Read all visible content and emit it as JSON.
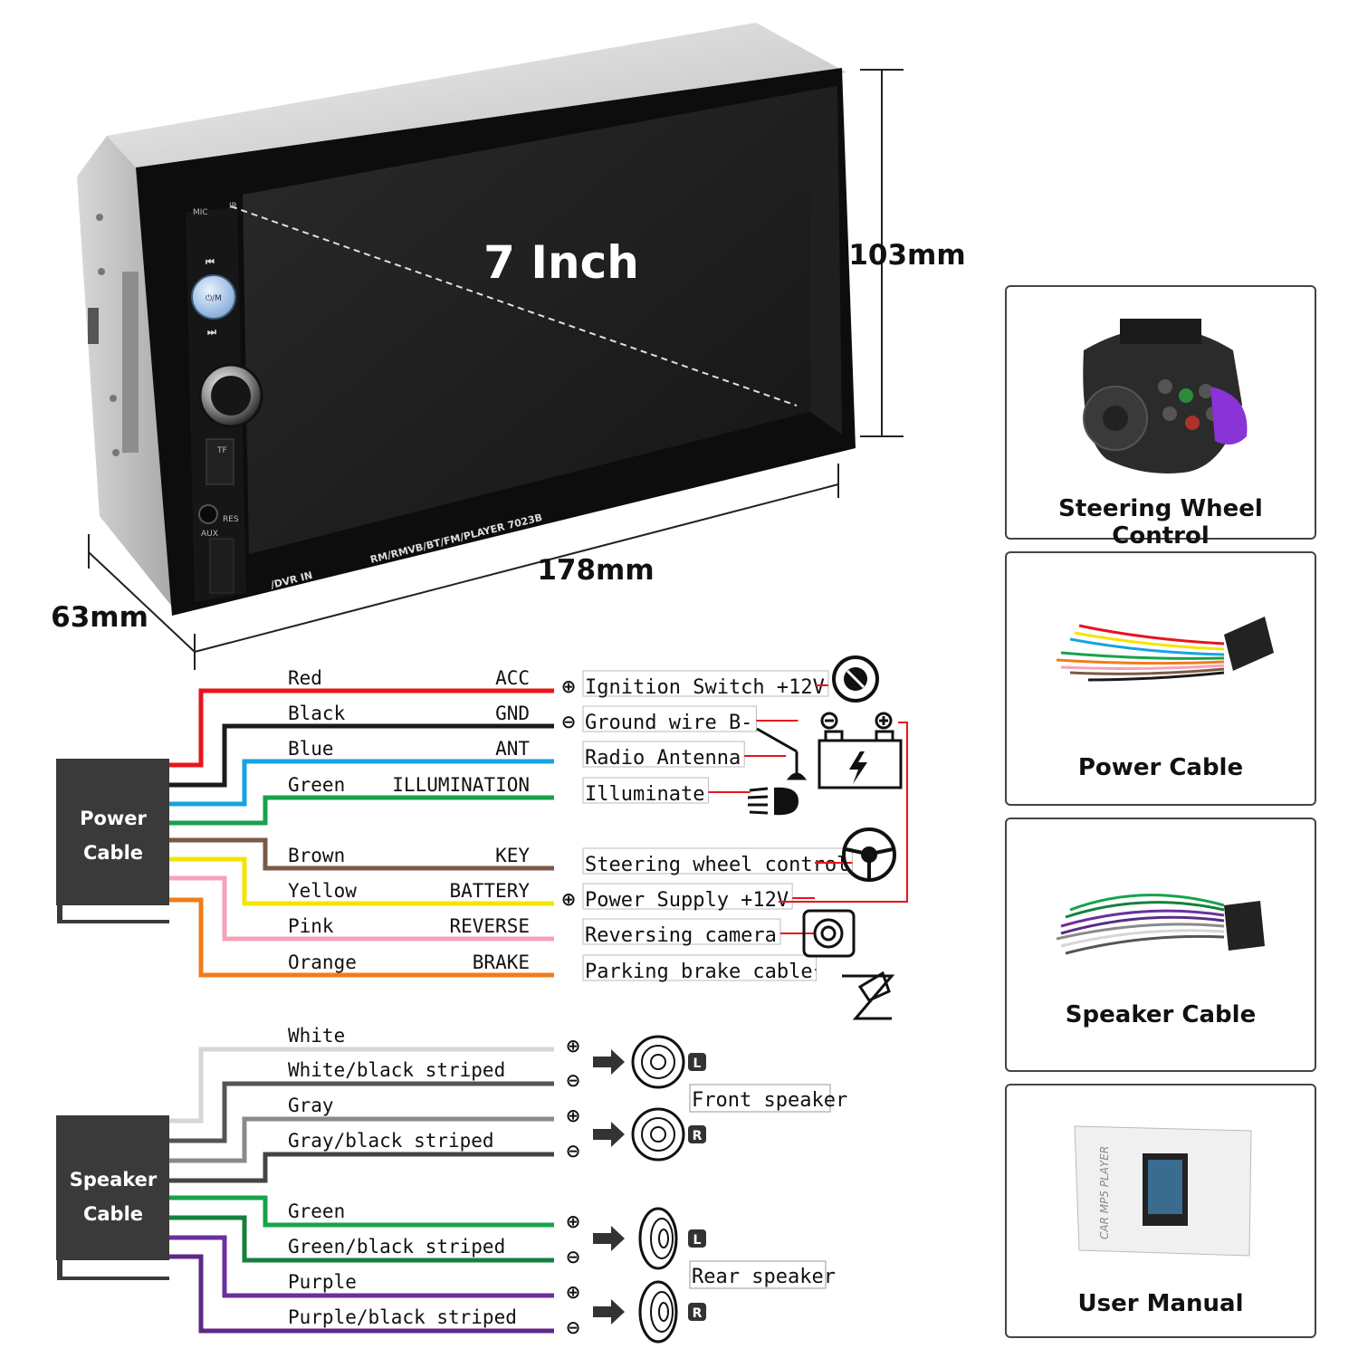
{
  "head_unit": {
    "screen_size": "7 Inch",
    "height_dim": "103mm",
    "width_dim": "178mm",
    "depth_dim": "63mm",
    "front_labels": {
      "mic": "MIC",
      "ir": "IR",
      "tf": "TF",
      "res": "RES",
      "aux": "AUX",
      "model": "RM/RMVB/BT/FM/PLAYER 7023B",
      "dvr": "/DVR IN",
      "power_button": "⏻/M"
    }
  },
  "power_cable": {
    "box_label_1": "Power",
    "box_label_2": "Cable",
    "wires": [
      {
        "color_name": "Red",
        "function": "ACC",
        "device": "Ignition Switch +12V",
        "hex": "#e8141d"
      },
      {
        "color_name": "Black",
        "function": "GND",
        "device": "Ground wire B-",
        "hex": "#1a1a1a"
      },
      {
        "color_name": "Blue",
        "function": "ANT",
        "device": "Radio Antenna",
        "hex": "#17a3e0"
      },
      {
        "color_name": "Green",
        "function": "ILLUMINATION",
        "device": "Illuminate",
        "hex": "#16a34a"
      },
      {
        "color_name": "Brown",
        "function": "KEY",
        "device": "Steering wheel control",
        "hex": "#7a5a45"
      },
      {
        "color_name": "Yellow",
        "function": "BATTERY",
        "device": "Power Supply +12V",
        "hex": "#f5e400"
      },
      {
        "color_name": "Pink",
        "function": "REVERSE",
        "device": "Reversing camera",
        "hex": "#f4a3b8"
      },
      {
        "color_name": "Orange",
        "function": "BRAKE",
        "device": "Parking brake cable",
        "hex": "#f07c1e"
      }
    ]
  },
  "speaker_cable": {
    "box_label_1": "Speaker",
    "box_label_2": "Cable",
    "wires": [
      {
        "label": "White",
        "hex": "#d6d6d6"
      },
      {
        "label": "White/black striped",
        "hex": "#555555"
      },
      {
        "label": "Gray",
        "hex": "#8a8a8a"
      },
      {
        "label": "Gray/black striped",
        "hex": "#444444"
      },
      {
        "label": "Green",
        "hex": "#16a34a"
      },
      {
        "label": "Green/black striped",
        "hex": "#15803d"
      },
      {
        "label": "Purple",
        "hex": "#6b2f9e"
      },
      {
        "label": "Purple/black striped",
        "hex": "#5b2a86"
      }
    ],
    "front_speaker": "Front speaker",
    "rear_speaker": "Rear speaker",
    "left_tag": "L",
    "right_tag": "R"
  },
  "accessories": [
    {
      "name": "Steering Wheel Control",
      "icon": "steering-remote-icon"
    },
    {
      "name": "Power Cable",
      "icon": "power-harness-icon"
    },
    {
      "name": "Speaker Cable",
      "icon": "speaker-harness-icon"
    },
    {
      "name": "User Manual",
      "icon": "manual-icon",
      "manual_text": "CAR MP5 PLAYER"
    }
  ]
}
